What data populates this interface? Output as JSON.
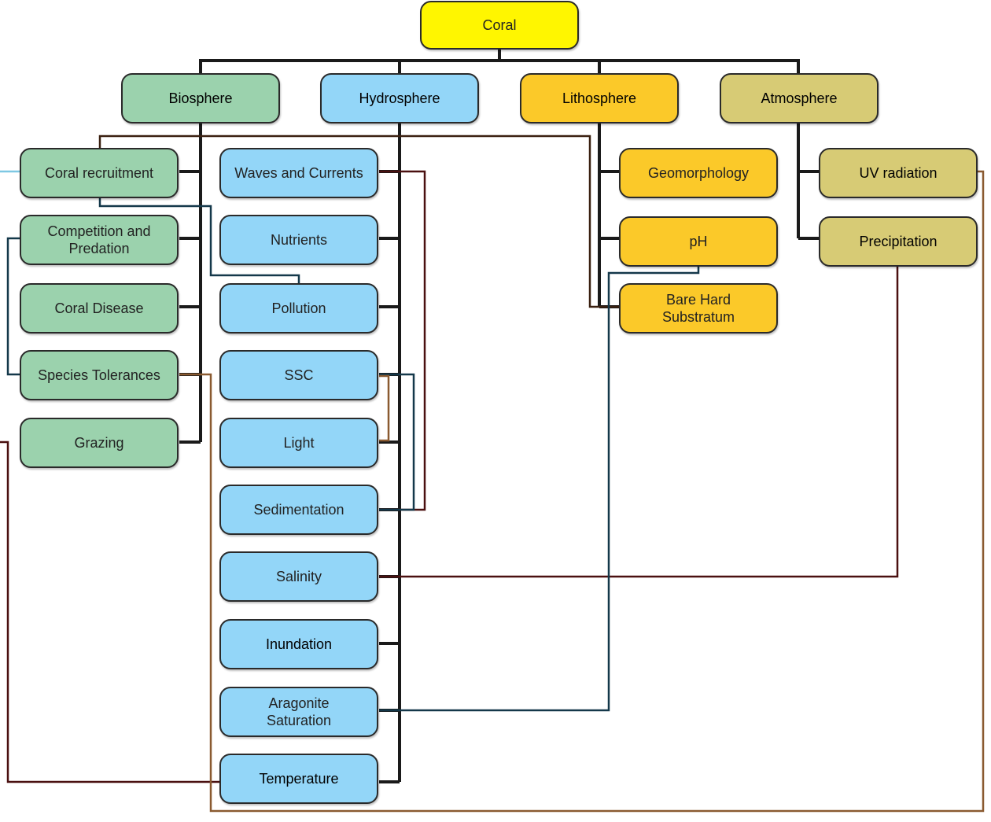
{
  "colors": {
    "root": "#fff600",
    "biosphere": "#9bd2ad",
    "hydrosphere": "#93d6f8",
    "lithosphere": "#fbc929",
    "atmosphere": "#d7cb75",
    "tree_line": "#1a1a1a",
    "dark_red_link": "#4a1010",
    "navy_link": "#14384a",
    "brown_link": "#8a5a30",
    "light_blue_link": "#7ec8e3"
  },
  "root": {
    "label": "Coral"
  },
  "spheres": {
    "biosphere": {
      "label": "Biosphere",
      "children": [
        "Coral recruitment",
        "Competition and\nPredation",
        "Coral Disease",
        "Species Tolerances",
        "Grazing"
      ]
    },
    "hydrosphere": {
      "label": "Hydrosphere",
      "children": [
        "Waves and Currents",
        "Nutrients",
        "Pollution",
        "SSC",
        "Light",
        "Sedimentation",
        "Salinity",
        "Inundation",
        "Aragonite\nSaturation",
        "Temperature"
      ]
    },
    "lithosphere": {
      "label": "Lithosphere",
      "children": [
        "Geomorphology",
        "pH",
        "Bare Hard\nSubstratum"
      ]
    },
    "atmosphere": {
      "label": "Atmosphere",
      "children": [
        "UV radiation",
        "Precipitation"
      ]
    }
  }
}
